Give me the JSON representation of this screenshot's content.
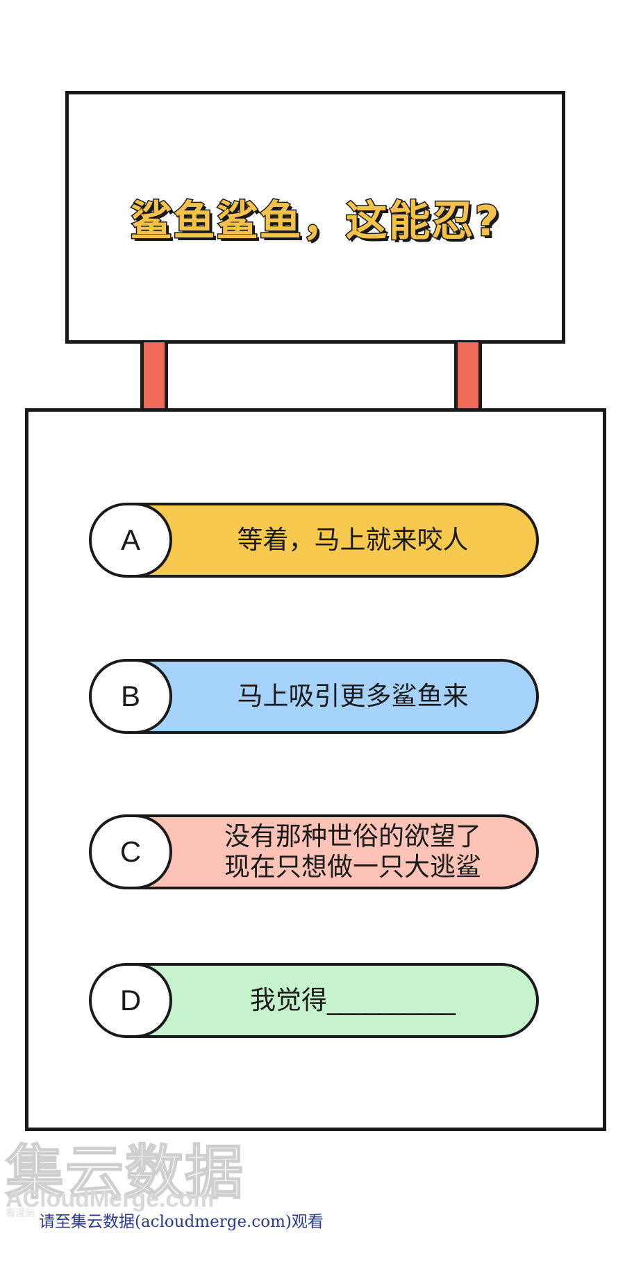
{
  "sign": {
    "title": "鲨鱼鲨鱼，这能忍?"
  },
  "options": [
    {
      "letter": "A",
      "text": "等着，马上就来咬人",
      "color": "#f7c94f"
    },
    {
      "letter": "B",
      "text": "马上吸引更多鲨鱼来",
      "color": "#a6d3fb"
    },
    {
      "letter": "C",
      "text": "没有那种世俗的欲望了\n现在只想做一只大逃鲨",
      "color": "#fdc3b6"
    },
    {
      "letter": "D",
      "text": "我觉得__________",
      "color": "#c6f2cd"
    }
  ],
  "watermark": {
    "cn": "集云数据",
    "en": "ACloudMerge.com",
    "tiny": "看漫画",
    "footer": "请至集云数据(acloudmerge.com)观看"
  },
  "colors": {
    "outline": "#1a1a1a",
    "title_fill": "#f4c24c",
    "post": "#ef6b57",
    "footer_text": "#2b3a8f"
  }
}
